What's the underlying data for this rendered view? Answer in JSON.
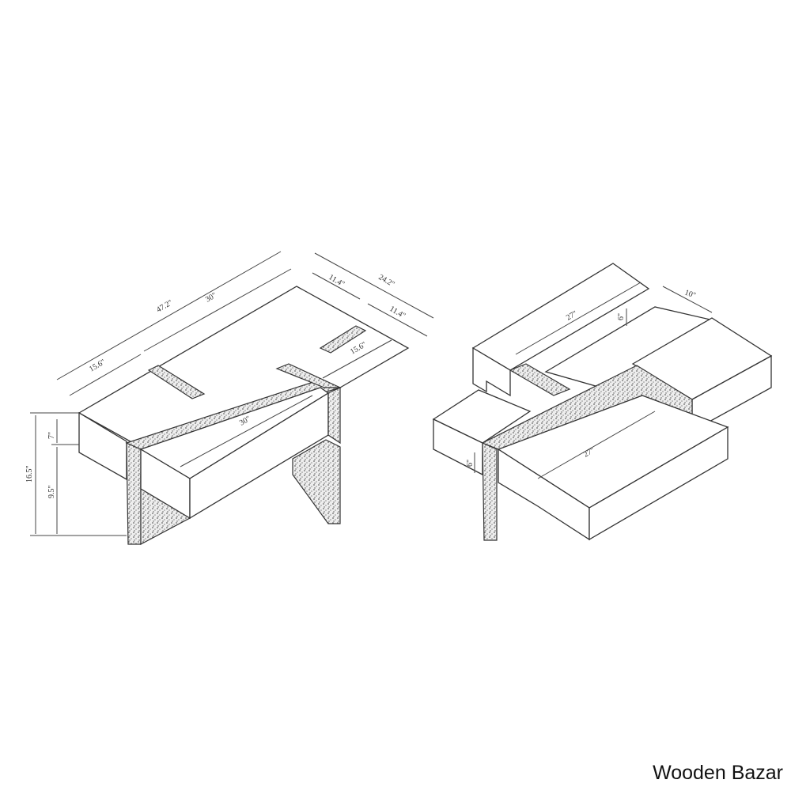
{
  "left_view": {
    "dims": {
      "length_total": "47.2\"",
      "length_top": "30\"",
      "left_section": "15.6\"",
      "right_section": "15.6\"",
      "front_drawer": "30\"",
      "depth_total": "24.2\"",
      "depth_back": "11.4\"",
      "depth_front": "11.4\"",
      "height_total": "16.5\"",
      "height_top": "7\"",
      "height_bottom": "9.5\""
    }
  },
  "right_view": {
    "dims": {
      "back_drawer": "27\"",
      "back_drawer_height": "6\"",
      "back_drawer_width": "10\"",
      "front_drawer": "27\"",
      "front_drawer_height": "6\""
    }
  },
  "watermark": "Wooden Bazar"
}
